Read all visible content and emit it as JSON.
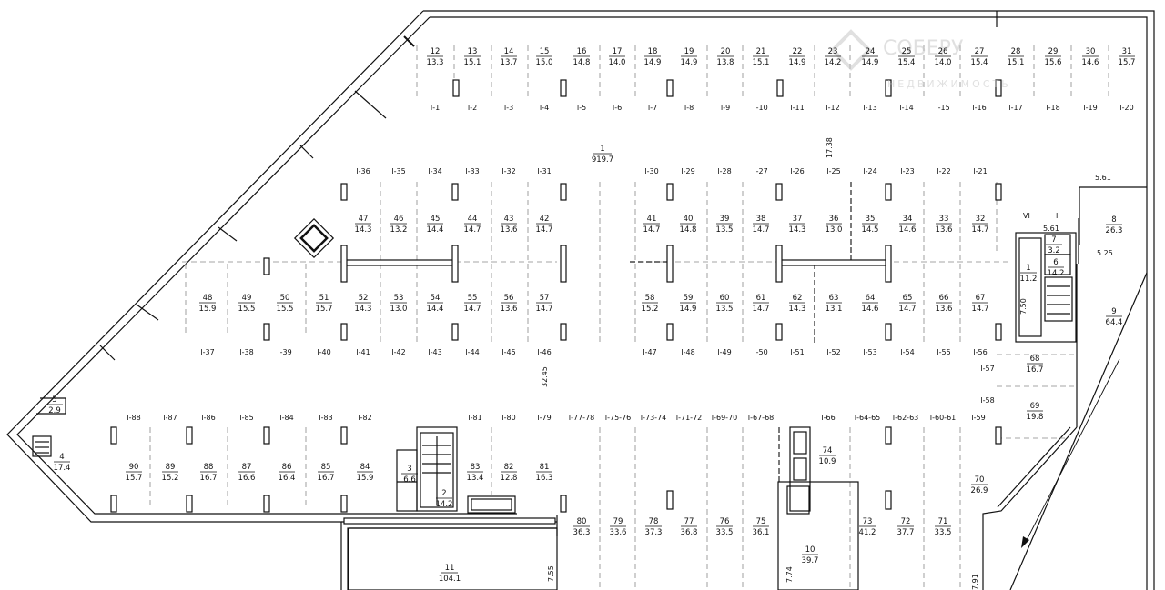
{
  "colors": {
    "line": "#111111",
    "background": "#ffffff",
    "watermark": "#c8c8c8"
  },
  "watermark": {
    "title": "СОБЕРУ",
    "subtitle": "НЕДВИЖИМОСТЬ"
  },
  "main_room": {
    "num": "1",
    "area": "919.7"
  },
  "top_stalls": [
    {
      "num": "12",
      "area": "13.3",
      "code": "I-1"
    },
    {
      "num": "13",
      "area": "15.1",
      "code": "I-2"
    },
    {
      "num": "14",
      "area": "13.7",
      "code": "I-3"
    },
    {
      "num": "15",
      "area": "15.0",
      "code": "I-4"
    },
    {
      "num": "16",
      "area": "14.8",
      "code": "I-5"
    },
    {
      "num": "17",
      "area": "14.0",
      "code": "I-6"
    },
    {
      "num": "18",
      "area": "14.9",
      "code": "I-7"
    },
    {
      "num": "19",
      "area": "14.9",
      "code": "I-8"
    },
    {
      "num": "20",
      "area": "13.8",
      "code": "I-9"
    },
    {
      "num": "21",
      "area": "15.1",
      "code": "I-10"
    },
    {
      "num": "22",
      "area": "14.9",
      "code": "I-11"
    },
    {
      "num": "23",
      "area": "14.2",
      "code": "I-12"
    },
    {
      "num": "24",
      "area": "14.9",
      "code": "I-13"
    },
    {
      "num": "25",
      "area": "15.4",
      "code": "I-14"
    },
    {
      "num": "26",
      "area": "14.0",
      "code": "I-15"
    },
    {
      "num": "27",
      "area": "15.4",
      "code": "I-16"
    },
    {
      "num": "28",
      "area": "15.1",
      "code": "I-17"
    },
    {
      "num": "29",
      "area": "15.6",
      "code": "I-18"
    },
    {
      "num": "30",
      "area": "14.6",
      "code": "I-19"
    },
    {
      "num": "31",
      "area": "15.7",
      "code": "I-20"
    }
  ],
  "row2_left": [
    {
      "num": "47",
      "area": "14.3",
      "code": "I-36"
    },
    {
      "num": "46",
      "area": "13.2",
      "code": "I-35"
    },
    {
      "num": "45",
      "area": "14.4",
      "code": "I-34"
    },
    {
      "num": "44",
      "area": "14.7",
      "code": "I-33"
    },
    {
      "num": "43",
      "area": "13.6",
      "code": "I-32"
    },
    {
      "num": "42",
      "area": "14.7",
      "code": "I-31"
    }
  ],
  "row2_right": [
    {
      "num": "41",
      "area": "14.7",
      "code": "I-30"
    },
    {
      "num": "40",
      "area": "14.8",
      "code": "I-29"
    },
    {
      "num": "39",
      "area": "13.5",
      "code": "I-28"
    },
    {
      "num": "38",
      "area": "14.7",
      "code": "I-27"
    },
    {
      "num": "37",
      "area": "14.3",
      "code": "I-26"
    },
    {
      "num": "36",
      "area": "13.0",
      "code": "I-25"
    },
    {
      "num": "35",
      "area": "14.5",
      "code": "I-24"
    },
    {
      "num": "34",
      "area": "14.6",
      "code": "I-23"
    },
    {
      "num": "33",
      "area": "13.6",
      "code": "I-22"
    },
    {
      "num": "32",
      "area": "14.7",
      "code": "I-21"
    }
  ],
  "row3_left": [
    {
      "num": "48",
      "area": "15.9",
      "code": "I-37"
    },
    {
      "num": "49",
      "area": "15.5",
      "code": "I-38"
    },
    {
      "num": "50",
      "area": "15.5",
      "code": "I-39"
    },
    {
      "num": "51",
      "area": "15.7",
      "code": "I-40"
    },
    {
      "num": "52",
      "area": "14.3",
      "code": "I-41"
    },
    {
      "num": "53",
      "area": "13.0",
      "code": "I-42"
    },
    {
      "num": "54",
      "area": "14.4",
      "code": "I-43"
    },
    {
      "num": "55",
      "area": "14.7",
      "code": "I-44"
    },
    {
      "num": "56",
      "area": "13.6",
      "code": "I-45"
    },
    {
      "num": "57",
      "area": "14.7",
      "code": "I-46"
    }
  ],
  "row3_right": [
    {
      "num": "58",
      "area": "15.2",
      "code": "I-47"
    },
    {
      "num": "59",
      "area": "14.9",
      "code": "I-48"
    },
    {
      "num": "60",
      "area": "13.5",
      "code": "I-49"
    },
    {
      "num": "61",
      "area": "14.7",
      "code": "I-50"
    },
    {
      "num": "62",
      "area": "14.3",
      "code": "I-51"
    },
    {
      "num": "63",
      "area": "13.1",
      "code": "I-52"
    },
    {
      "num": "64",
      "area": "14.6",
      "code": "I-53"
    },
    {
      "num": "65",
      "area": "14.7",
      "code": "I-54"
    },
    {
      "num": "66",
      "area": "13.6",
      "code": "I-55"
    },
    {
      "num": "67",
      "area": "14.7",
      "code": "I-56"
    }
  ],
  "bottom_left": [
    {
      "num": "90",
      "area": "15.7",
      "code": "I-88"
    },
    {
      "num": "89",
      "area": "15.2",
      "code": "I-87"
    },
    {
      "num": "88",
      "area": "16.7",
      "code": "I-86"
    },
    {
      "num": "87",
      "area": "16.6",
      "code": "I-85"
    },
    {
      "num": "86",
      "area": "16.4",
      "code": "I-84"
    },
    {
      "num": "85",
      "area": "16.7",
      "code": "I-83"
    },
    {
      "num": "84",
      "area": "15.9",
      "code": "I-82"
    }
  ],
  "bottom_mid": [
    {
      "num": "83",
      "area": "13.4",
      "code": "I-81"
    },
    {
      "num": "82",
      "area": "12.8",
      "code": "I-80"
    },
    {
      "num": "81",
      "area": "16.3",
      "code": "I-79"
    }
  ],
  "bottom_right": [
    {
      "num": "80",
      "area": "36.3",
      "code": "I-77-78"
    },
    {
      "num": "79",
      "area": "33.6",
      "code": "I-75-76"
    },
    {
      "num": "78",
      "area": "37.3",
      "code": "I-73-74"
    },
    {
      "num": "77",
      "area": "36.8",
      "code": "I-71-72"
    },
    {
      "num": "76",
      "area": "33.5",
      "code": "I-69-70"
    },
    {
      "num": "75",
      "area": "36.1",
      "code": "I-67-68"
    }
  ],
  "bottom_far": [
    {
      "num": "73",
      "area": "41.2",
      "code": "I-64-65"
    },
    {
      "num": "72",
      "area": "37.7",
      "code": "I-62-63"
    },
    {
      "num": "71",
      "area": "33.5",
      "code": "I-60-61"
    }
  ],
  "bottom_labels": {
    "code_66": "I-66",
    "code_59": "I-59",
    "code_57": "I-57",
    "code_58": "I-58"
  },
  "rooms": {
    "r2": {
      "num": "2",
      "area": "14.2"
    },
    "r3": {
      "num": "3",
      "area": "6.6"
    },
    "r4": {
      "num": "4",
      "area": "17.4"
    },
    "r5": {
      "num": "5",
      "area": "2.9"
    },
    "r6": {
      "num": "6",
      "area": "14.2"
    },
    "r7": {
      "num": "7",
      "area": "3.2"
    },
    "r8": {
      "num": "8",
      "area": "26.3"
    },
    "r9": {
      "num": "9",
      "area": "64.4"
    },
    "r10": {
      "num": "10",
      "area": "39.7"
    },
    "r11": {
      "num": "11",
      "area": "104.1"
    },
    "r68": {
      "num": "68",
      "area": "16.7"
    },
    "r69": {
      "num": "69",
      "area": "19.8"
    },
    "r70": {
      "num": "70",
      "area": "26.9"
    },
    "r74": {
      "num": "74",
      "area": "10.9"
    },
    "r1b": {
      "num": "1",
      "area": "11.2"
    }
  },
  "dims": {
    "d1738": "17.38",
    "d561a": "5.61",
    "d561b": "5.61",
    "d525": "5.25",
    "d750": "7.50",
    "d3245": "32.45",
    "d755": "7.55",
    "d774": "7.74",
    "d791": "7.91"
  },
  "axes": {
    "vi": "VI",
    "i": "I"
  }
}
